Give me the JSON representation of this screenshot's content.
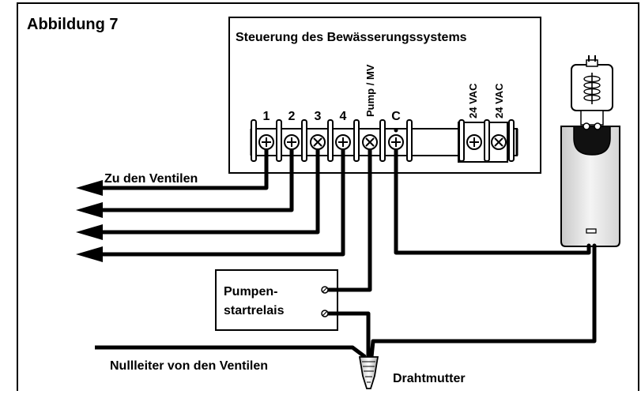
{
  "figure": {
    "title": "Abbildung 7",
    "controller_title": "Steuerung des Bewässerungssystems"
  },
  "terminals": [
    {
      "label": "1",
      "type": "station"
    },
    {
      "label": "2",
      "type": "station"
    },
    {
      "label": "3",
      "type": "station"
    },
    {
      "label": "4",
      "type": "station"
    },
    {
      "label": "Pump / MV",
      "type": "pump"
    },
    {
      "label": "C",
      "type": "common"
    },
    {
      "label": "24 VAC",
      "type": "power"
    },
    {
      "label": "24 VAC",
      "type": "power"
    }
  ],
  "labels": {
    "to_valves": "Zu den Ventilen",
    "relay_line1": "Pumpen-",
    "relay_line2": "startrelais",
    "neutral": "Nullleiter von den Ventilen",
    "wire_nut": "Drahtmutter"
  },
  "colors": {
    "line": "#000000",
    "background": "#ffffff",
    "transformer_fill": "#e8e8e8"
  }
}
